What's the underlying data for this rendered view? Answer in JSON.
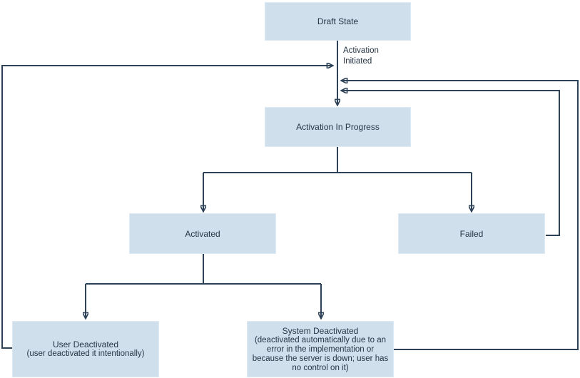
{
  "diagram": {
    "type": "state-flow-diagram",
    "nodes": {
      "draft": {
        "label": "Draft State"
      },
      "in_progress": {
        "label": "Activation In Progress"
      },
      "activated": {
        "label": "Activated"
      },
      "failed": {
        "label": "Failed"
      },
      "user_deactivated": {
        "label": "User Deactivated",
        "sublabel": "(user deactivated it intentionally)"
      },
      "system_deactivated": {
        "label": "System Deactivated",
        "sublabel": "(deactivated automatically due to an error in the implementation or because the server is down; user has no control on it)"
      }
    },
    "edge_labels": {
      "activation_initiated": "Activation Initiated"
    },
    "edges": [
      "Draft State -> Activation In Progress (Activation Initiated)",
      "Activation In Progress -> Activated",
      "Activation In Progress -> Failed",
      "Activated -> User Deactivated",
      "Activated -> System Deactivated",
      "User Deactivated -> Activation Initiated (loop back)",
      "Failed -> Activation Initiated (loop back)",
      "System Deactivated -> Activation Initiated (loop back)"
    ],
    "colors": {
      "node_fill": "#cfdfec",
      "node_border": "#dde9f3",
      "line": "#2e4257",
      "arrow": "#1d3248",
      "text": "#263544",
      "background": "#ffffff"
    }
  }
}
